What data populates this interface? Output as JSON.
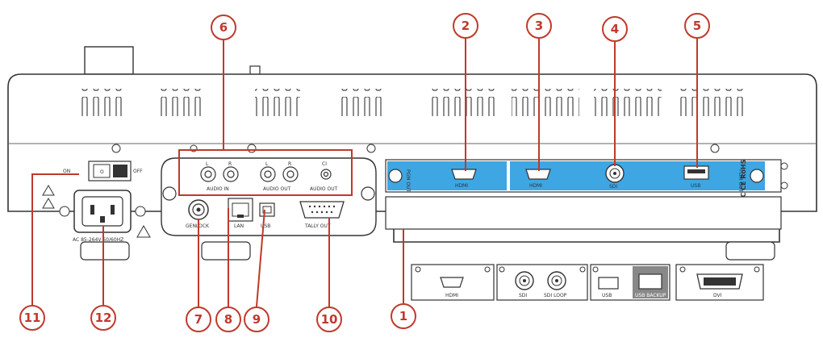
{
  "colors": {
    "callout": "#c0392b",
    "panel_blue": "#3da6e3",
    "body_stroke": "#333333",
    "body_fill": "#ffffff"
  },
  "power": {
    "on_label": "ON",
    "off_label": "OFF",
    "ac_rating": "AC 85-264V 50/60HZ"
  },
  "io": {
    "audio_in": "AUDIO IN",
    "audio_out": "AUDIO OUT",
    "audio_out_2": "AUDIO OUT",
    "left_1": "L",
    "right_1": "R",
    "left_2": "L",
    "right_2": "R",
    "ch_label": "CI",
    "genlock": "GENLOCK",
    "lan": "LAN",
    "usb": "USB",
    "tally": "TALLY OUT"
  },
  "output_card": {
    "pgm_out": "PGM OUT",
    "hdmi_1": "HDMI",
    "hdmi_2": "HDMI",
    "sdi": "SDI",
    "usb": "USB",
    "pgm_out_2": "PGM OUT",
    "cert": "FC CE RoHS"
  },
  "modules": {
    "hdmi": "HDMI",
    "sdi": "SDI",
    "sdi_loop": "SDI LOOP",
    "usb": "USB",
    "usb_backup": "USB BACKUP",
    "dvi": "DVI"
  },
  "callouts": [
    "1",
    "2",
    "3",
    "4",
    "5",
    "6",
    "7",
    "8",
    "9",
    "10",
    "11",
    "12"
  ]
}
